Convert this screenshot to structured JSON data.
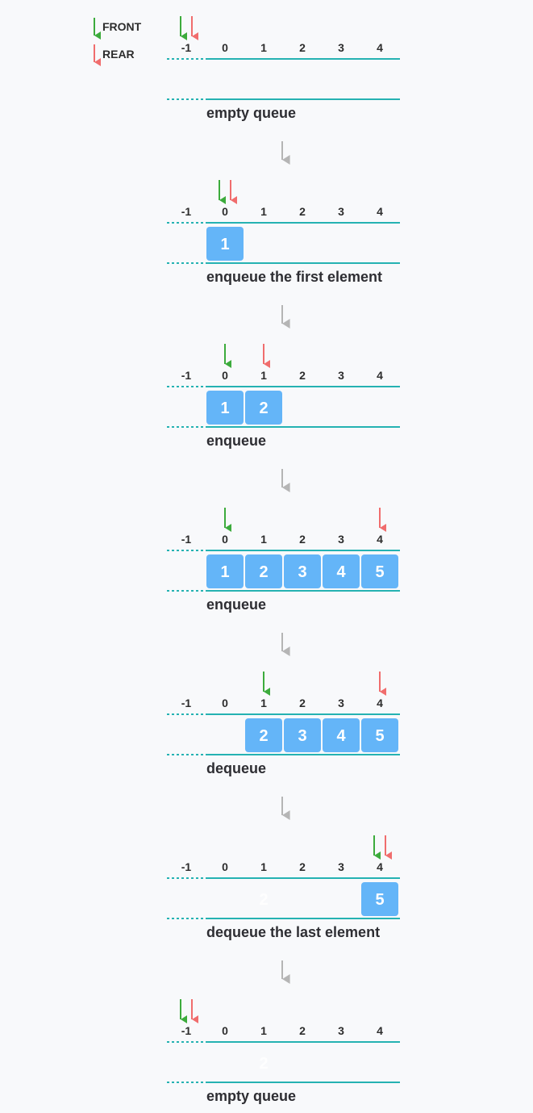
{
  "legend": {
    "front": {
      "label": "FRONT",
      "color": "#3cab3c"
    },
    "rear": {
      "label": "REAR",
      "color": "#f06d6d"
    }
  },
  "indices": [
    "-1",
    "0",
    "1",
    "2",
    "3",
    "4"
  ],
  "colors": {
    "cell": "#64b5f8",
    "line": "#25b2b2",
    "flow_arrow": "#b5b5b5",
    "ghost_text": "#ffffff"
  },
  "steps": [
    {
      "caption": "empty queue",
      "front": -1,
      "rear": -1,
      "cells": []
    },
    {
      "caption": "enqueue the first element",
      "front": 0,
      "rear": 0,
      "cells": [
        {
          "index": 0,
          "value": "1"
        }
      ]
    },
    {
      "caption": "enqueue",
      "front": 0,
      "rear": 1,
      "cells": [
        {
          "index": 0,
          "value": "1"
        },
        {
          "index": 1,
          "value": "2"
        }
      ]
    },
    {
      "caption": "enqueue",
      "front": 0,
      "rear": 4,
      "cells": [
        {
          "index": 0,
          "value": "1"
        },
        {
          "index": 1,
          "value": "2"
        },
        {
          "index": 2,
          "value": "3"
        },
        {
          "index": 3,
          "value": "4"
        },
        {
          "index": 4,
          "value": "5"
        }
      ]
    },
    {
      "caption": "dequeue",
      "front": 1,
      "rear": 4,
      "cells": [
        {
          "index": 1,
          "value": "2"
        },
        {
          "index": 2,
          "value": "3"
        },
        {
          "index": 3,
          "value": "4"
        },
        {
          "index": 4,
          "value": "5"
        }
      ]
    },
    {
      "caption": "dequeue the last element",
      "front": 4,
      "rear": 4,
      "cells": [
        {
          "index": 4,
          "value": "5"
        }
      ],
      "ghost": {
        "index": 1,
        "value": "2"
      }
    },
    {
      "caption": "empty queue",
      "front": -1,
      "rear": -1,
      "cells": [],
      "ghost": {
        "index": 1,
        "value": "2"
      }
    }
  ]
}
